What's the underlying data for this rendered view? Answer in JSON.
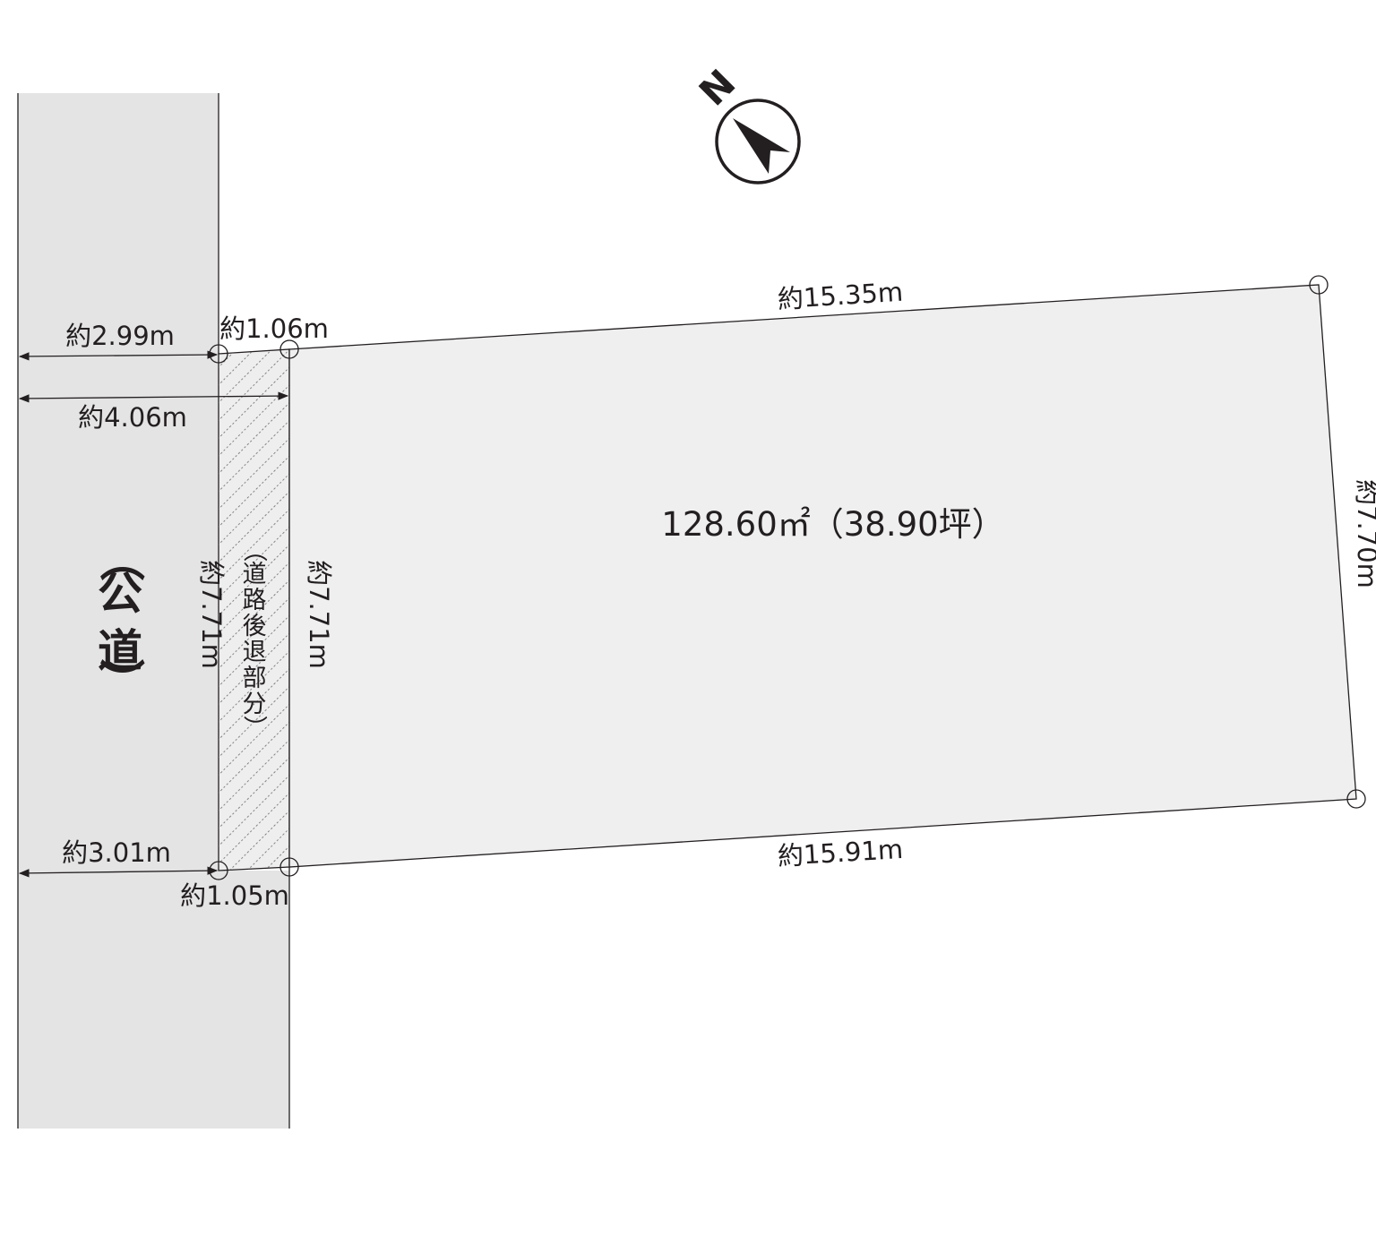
{
  "colors": {
    "road_fill": "#e4e4e4",
    "plot_fill": "#efefef",
    "line": "#231f20",
    "setback_hatch": "#555555"
  },
  "compass": {
    "label": "N",
    "icon": "north-arrow-icon"
  },
  "road": {
    "label_paren_open": "（",
    "label_chars": [
      "公",
      "道"
    ],
    "label_paren_close": "）"
  },
  "setback": {
    "label_paren_open": "（",
    "label_chars": [
      "道",
      "路",
      "後",
      "退",
      "部",
      "分"
    ],
    "label_paren_close": "）"
  },
  "plot": {
    "area_text": "128.60㎡（38.90坪）"
  },
  "dimensions": {
    "top_edge": "約15.35m",
    "bottom_edge": "約15.91m",
    "right_edge": "約7.70m",
    "setback_top": "約1.06m",
    "setback_bottom": "約1.05m",
    "road_width_top": "約2.99m",
    "road_width_total": "約4.06m",
    "road_width_bottom": "約3.01m",
    "setback_left_edge": "約7.71m",
    "setback_right_edge": "約7.71m"
  }
}
